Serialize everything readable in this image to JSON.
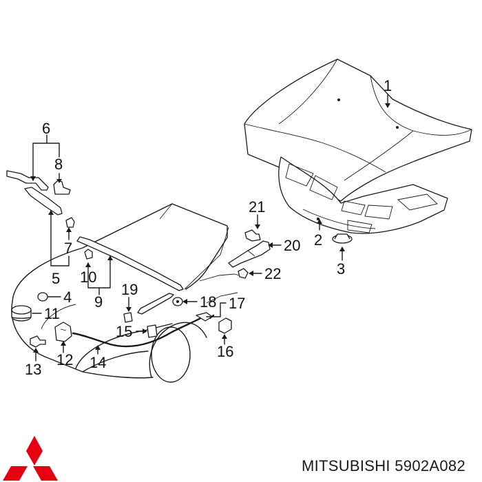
{
  "brand": {
    "name": "MITSUBISHI",
    "part_number": "5902A082",
    "logo_color": "#e60012"
  },
  "callouts": [
    {
      "id": "c1",
      "label": "1"
    },
    {
      "id": "c2",
      "label": "2"
    },
    {
      "id": "c3",
      "label": "3"
    },
    {
      "id": "c4",
      "label": "4"
    },
    {
      "id": "c5",
      "label": "5"
    },
    {
      "id": "c6",
      "label": "6"
    },
    {
      "id": "c7",
      "label": "7"
    },
    {
      "id": "c8",
      "label": "8"
    },
    {
      "id": "c9",
      "label": "9"
    },
    {
      "id": "c10",
      "label": "10"
    },
    {
      "id": "c11",
      "label": "11"
    },
    {
      "id": "c12",
      "label": "12"
    },
    {
      "id": "c13",
      "label": "13"
    },
    {
      "id": "c14",
      "label": "14"
    },
    {
      "id": "c15",
      "label": "15"
    },
    {
      "id": "c16",
      "label": "16"
    },
    {
      "id": "c17",
      "label": "17"
    },
    {
      "id": "c18",
      "label": "18"
    },
    {
      "id": "c19",
      "label": "19"
    },
    {
      "id": "c20",
      "label": "20"
    },
    {
      "id": "c21",
      "label": "21"
    },
    {
      "id": "c22",
      "label": "22"
    }
  ]
}
